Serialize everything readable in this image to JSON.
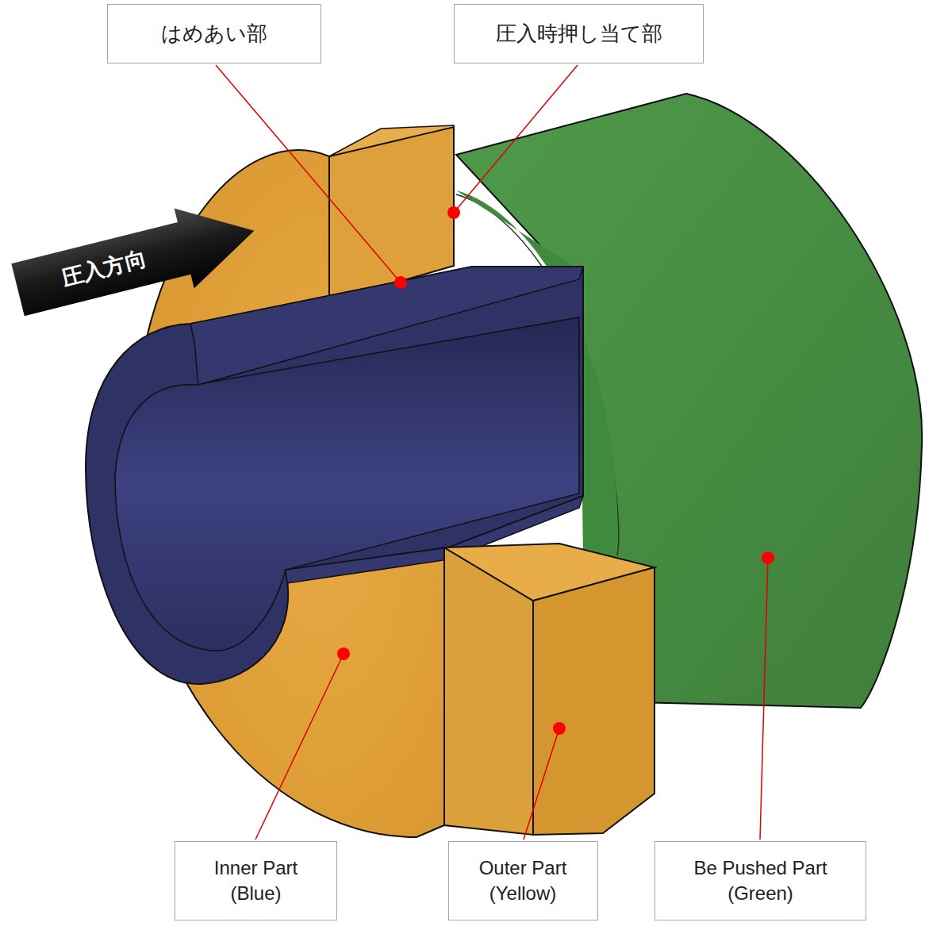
{
  "diagram": {
    "nodes": [
      {
        "text": [
          "はめあい部"
        ]
      },
      {
        "text": [
          "圧入時押し当て部"
        ]
      },
      {
        "text": [
          "圧入方向"
        ]
      },
      {
        "text": [
          "Inner Part (Blue)"
        ]
      },
      {
        "text": [
          "Outer Part (Yellow)"
        ]
      },
      {
        "text": [
          "Be Pushed Part (Green)"
        ]
      }
    ]
  }
}
